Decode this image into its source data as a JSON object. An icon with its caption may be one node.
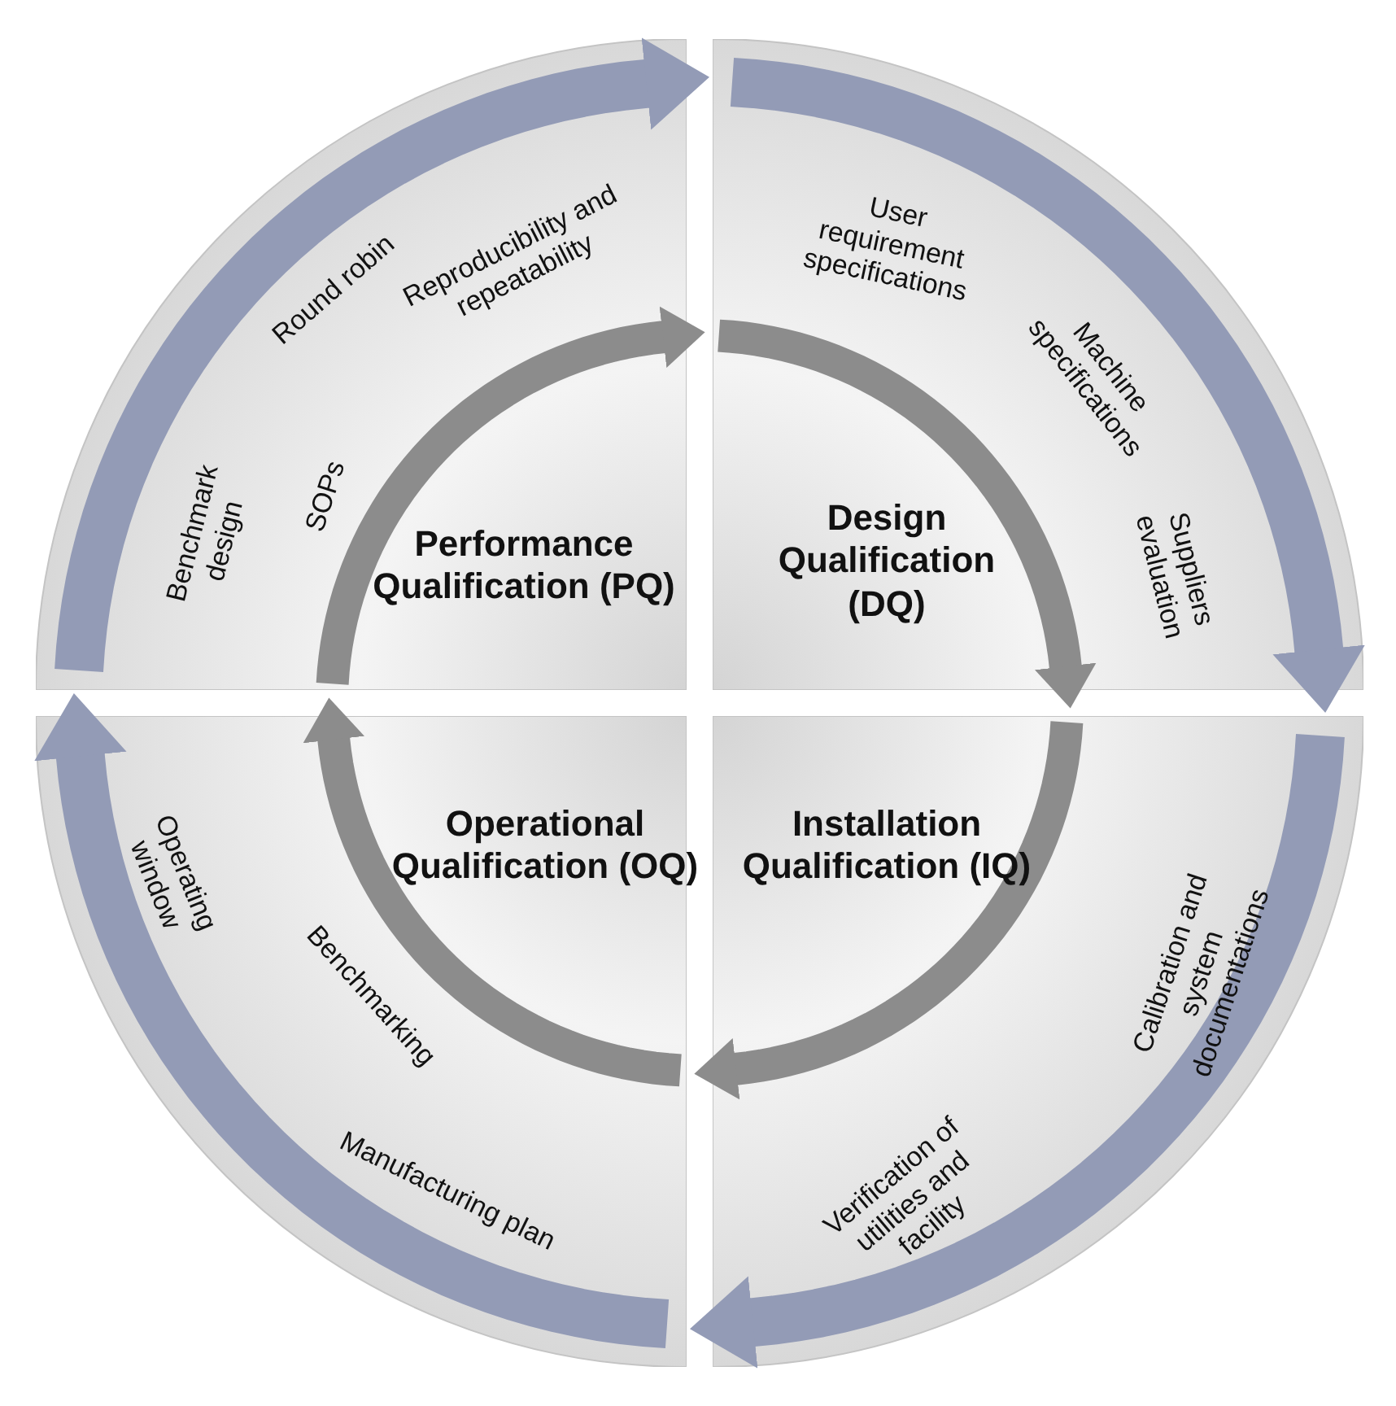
{
  "diagram": {
    "nodes": [
      {
        "text": [
          "Performance Qualification (PQ)",
          "SOPs",
          "Reproducibility and repeatability",
          "Round robin",
          "Benchmark design"
        ]
      },
      {
        "text": [
          "Design Qualification (DQ)",
          "User requirement specifications",
          "Machine specifications",
          "Suppliers evaluation"
        ]
      },
      {
        "text": [
          "Installation Qualification (IQ)",
          "Calibration and system documentations",
          "Verification of utilities and facility"
        ]
      },
      {
        "text": [
          "Operational Qualification (OQ)",
          "Operating window",
          "Benchmarking",
          "Manufacturing plan"
        ]
      }
    ],
    "edges": [
      {
        "from": 0,
        "to": 1,
        "arrow": "to",
        "color": "#939bb6"
      },
      {
        "from": 1,
        "to": 2,
        "arrow": "to",
        "color": "#939bb6"
      },
      {
        "from": 2,
        "to": 3,
        "arrow": "to",
        "color": "#939bb6"
      },
      {
        "from": 3,
        "to": 0,
        "arrow": "to",
        "color": "#939bb6"
      },
      {
        "from": 0,
        "to": 1,
        "arrow": "to"
      },
      {
        "from": 1,
        "to": 2,
        "arrow": "to"
      },
      {
        "from": 2,
        "to": 3,
        "arrow": "to"
      },
      {
        "from": 3,
        "to": 0,
        "arrow": "to"
      }
    ]
  }
}
